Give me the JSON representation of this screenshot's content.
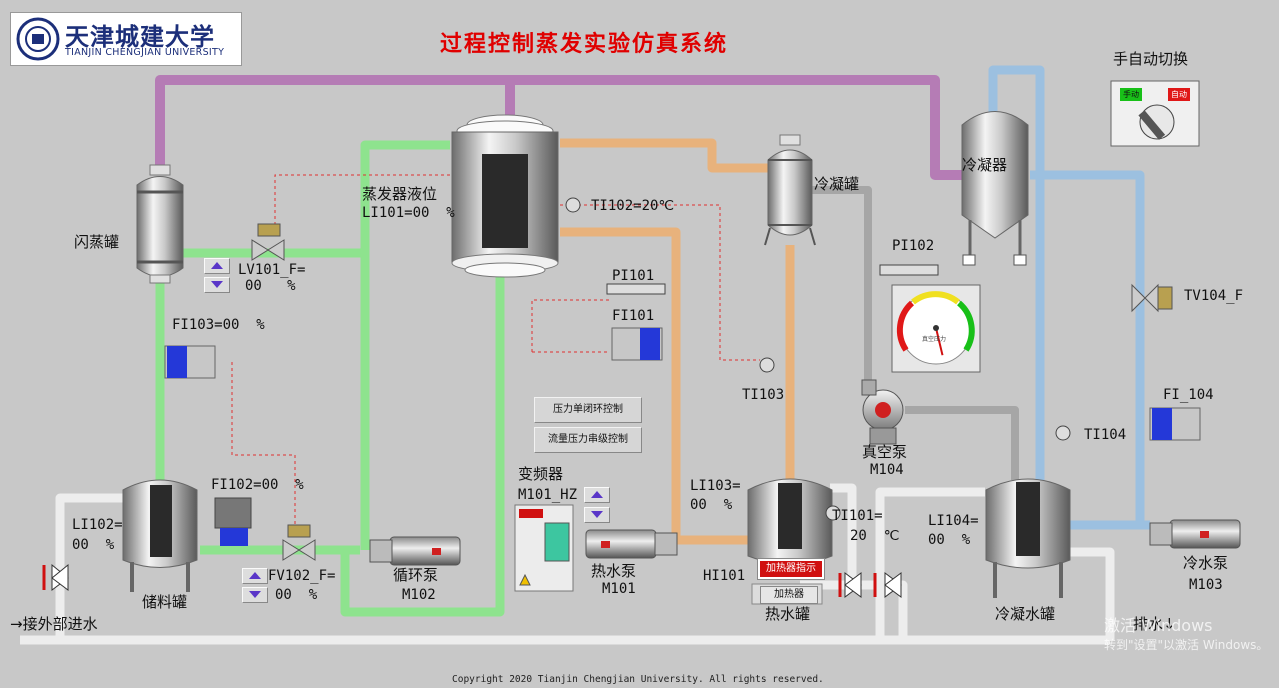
{
  "app": {
    "title": "过程控制蒸发实验仿真系统",
    "logo_cn": "天津城建大学",
    "logo_en": "TIANJIN CHENGJIAN UNIVERSITY",
    "copyright": "Copyright 2020 Tianjin Chengjian University. All rights reserved."
  },
  "switch_panel": {
    "title": "手自动切换",
    "manual_label": "手动",
    "auto_label": "自动",
    "manual_color": "#18c018",
    "auto_color": "#e01818"
  },
  "equipment": {
    "flash_tank": "闪蒸罐",
    "evaporator_level": "蒸发器液位",
    "condenser": "冷凝器",
    "condense_tank": "冷凝罐",
    "storage_tank": "储料罐",
    "circ_pump": "循环泵",
    "hot_water_pump": "热水泵",
    "hot_water_tank": "热水罐",
    "vacuum_pump": "真空泵",
    "condensate_tank": "冷凝水罐",
    "cold_water_pump": "冷水泵",
    "inverter": "变频器",
    "external_water": "→接外部进水",
    "drain": "排水↓",
    "heater_btn": "加热器",
    "heater_tag": "加热器指示"
  },
  "tags": {
    "li101": "LI101=00  %",
    "lv101": "LV101_F=",
    "lv101_val": "00   %",
    "ti102": "TI102=20℃",
    "pi101": "PI101",
    "fi101": "FI101",
    "pi102": "PI102",
    "ti103": "TI103",
    "fi103": "FI103=00  %",
    "fi102": "FI102=00  %",
    "fv102": "FV102_F=",
    "fv102_val": "00  %",
    "li102": "LI102=",
    "li102_val": "00  %",
    "m102": "M102",
    "m101_hz": "M101_HZ",
    "m101": "M101",
    "li103": "LI103=",
    "li103_val": "00  %",
    "hi101": "HI101",
    "ti101": "TI101=",
    "ti101_val": "20  ℃",
    "m104": "M104",
    "li104": "LI104=",
    "li104_val": "00  %",
    "ti104": "TI104",
    "tv104": "TV104_F",
    "fi104": "FI_104",
    "m103": "M103"
  },
  "buttons": {
    "pressure_loop": "压力单闭环控制",
    "flow_cascade": "流量压力串级控制"
  },
  "gauge": {
    "value_fraction": 0.55,
    "center_label": "真空压力"
  },
  "pipe_colors": {
    "purple": "#b57cb5",
    "green": "#8ee38e",
    "orange": "#e8b27c",
    "blue": "#9cc0e0",
    "gray": "#a8a8a8",
    "white": "#ececec"
  },
  "watermark": {
    "line1": "激活 Windows",
    "line2": "转到\"设置\"以激活 Windows。"
  }
}
